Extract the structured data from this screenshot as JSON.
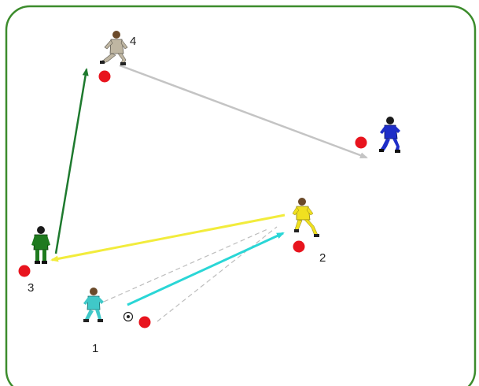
{
  "colors": {
    "border": "#3c8c2c",
    "cone": "#e8141e",
    "pass_4_to_blue": "#c4c4c4",
    "pass_3_to_4": "#1e7a2e",
    "pass_2_to_3": "#f2ec3c",
    "pass_1_to_2": "#2ad6d6",
    "run_lines": "#bdbdbd"
  },
  "players": [
    {
      "id": "player-1",
      "label": "1",
      "kit": "#40c8c8",
      "icon": "running-player-icon"
    },
    {
      "id": "player-2",
      "label": "2",
      "kit": "#f0e020",
      "icon": "dribbling-player-icon"
    },
    {
      "id": "player-3",
      "label": "3",
      "kit": "#1f7a1f",
      "icon": "standing-player-icon"
    },
    {
      "id": "player-4",
      "label": "4",
      "kit": "#bfb6a2",
      "icon": "running-player-icon"
    },
    {
      "id": "player-blue",
      "label": "",
      "kit": "#1e2ec8",
      "icon": "running-player-icon"
    }
  ],
  "ball": {
    "icon": "soccer-ball-icon"
  }
}
